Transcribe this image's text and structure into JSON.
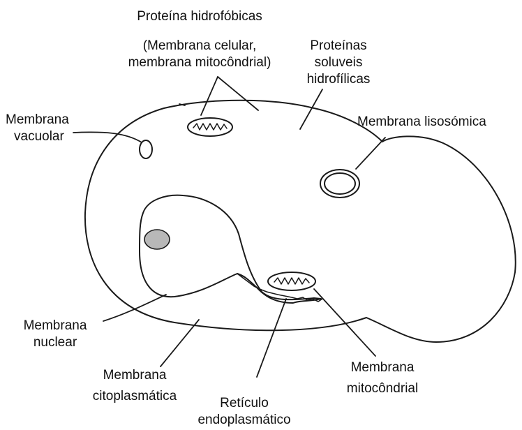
{
  "diagram": {
    "labels": {
      "hydrophobic_proteins": {
        "line1": "Proteína hidrofóbicas",
        "line2": "(Membrana celular,",
        "line3": "membrana mitocôndrial)"
      },
      "soluble_proteins": {
        "line1": "Proteínas",
        "line2": "soluveis",
        "line3": "hidrofílicas"
      },
      "vacuolar_membrane": {
        "line1": "Membrana",
        "line2": "vacuolar"
      },
      "lysosomal_membrane": {
        "line1": "Membrana lisosómica"
      },
      "nuclear_membrane": {
        "line1": "Membrana",
        "line2": "nuclear"
      },
      "cytoplasmic_membrane": {
        "line1": "Membrana",
        "line2": "citoplasmática"
      },
      "endoplasmic_reticulum": {
        "line1": "Retículo",
        "line2": "endoplasmático"
      },
      "mitochondrial_membrane": {
        "line1": "Membrana",
        "line2": "mitocôndrial"
      }
    },
    "colors": {
      "stroke": "#1a1a1a",
      "nucleolus_fill": "#b8b8b8",
      "background": "#ffffff"
    }
  }
}
